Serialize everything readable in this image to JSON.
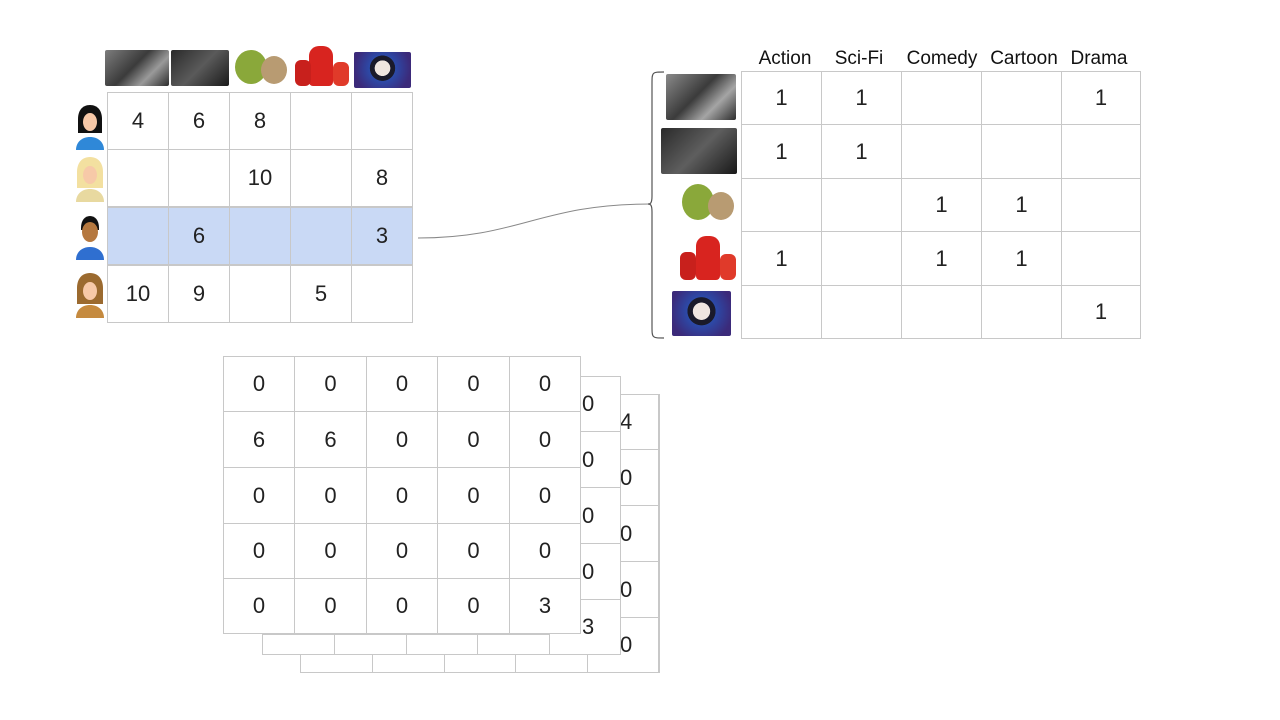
{
  "ratings": {
    "rows": [
      {
        "user": "user-1",
        "values": [
          "4",
          "6",
          "8",
          "",
          ""
        ]
      },
      {
        "user": "user-2",
        "values": [
          "",
          "",
          "10",
          "",
          "8"
        ]
      },
      {
        "user": "user-3",
        "values": [
          "",
          "6",
          "",
          "",
          "3"
        ]
      },
      {
        "user": "user-4",
        "values": [
          "10",
          "9",
          "",
          "5",
          ""
        ]
      }
    ]
  },
  "genres": {
    "headers": [
      "Action",
      "Sci-Fi",
      "Comedy",
      "Cartoon",
      "Drama"
    ],
    "rows": [
      [
        "1",
        "1",
        "",
        "",
        "1"
      ],
      [
        "1",
        "1",
        "",
        "",
        ""
      ],
      [
        "",
        "",
        "1",
        "1",
        ""
      ],
      [
        "1",
        "",
        "1",
        "1",
        ""
      ],
      [
        "",
        "",
        "",
        "",
        "1"
      ]
    ]
  },
  "layer_front": {
    "rows": [
      [
        "0",
        "0",
        "0",
        "0",
        "0"
      ],
      [
        "6",
        "6",
        "0",
        "0",
        "0"
      ],
      [
        "0",
        "0",
        "0",
        "0",
        "0"
      ],
      [
        "0",
        "0",
        "0",
        "0",
        "0"
      ],
      [
        "0",
        "0",
        "0",
        "0",
        "3"
      ]
    ]
  },
  "layer_middle_edge": [
    "0",
    "0",
    "0",
    "0",
    "3"
  ],
  "layer_back_edge": [
    "4",
    "0",
    "0",
    "0",
    "0"
  ],
  "colors": {
    "highlight": "#c9d9f5",
    "grid": "#c8c8c8"
  }
}
